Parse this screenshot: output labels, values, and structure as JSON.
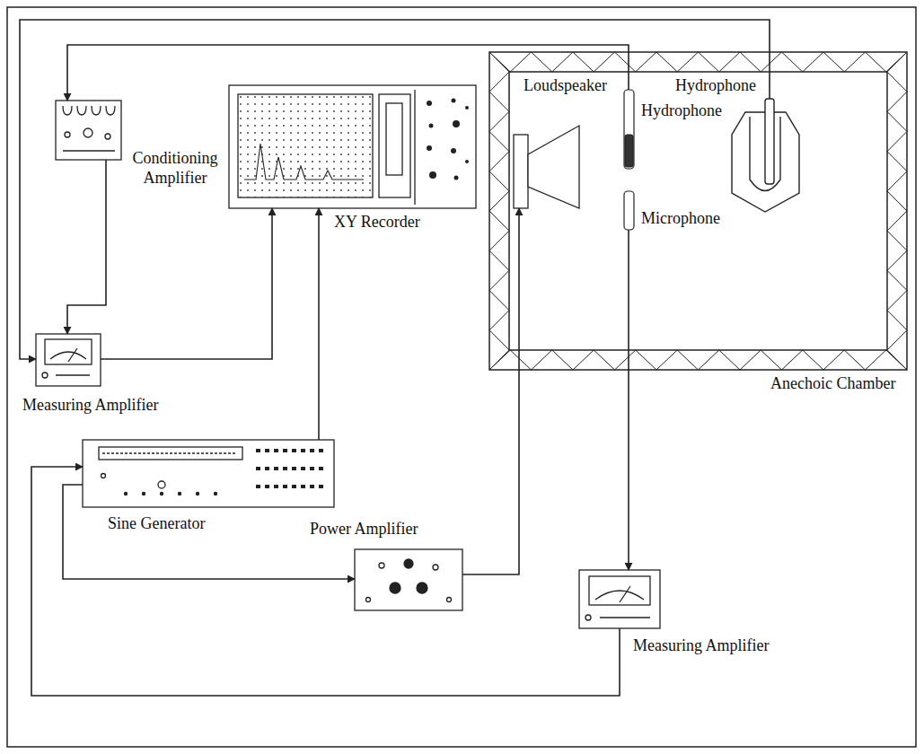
{
  "diagram": {
    "nodes": [
      {
        "text": [
          "Conditioning Amplifier"
        ]
      },
      {
        "text": [
          "XY Recorder"
        ]
      },
      {
        "text": [
          "Anechoic Chamber"
        ]
      },
      {
        "text": [
          "Loudspeaker"
        ],
        "in": 2
      },
      {
        "text": [
          "Hydrophone"
        ],
        "in": 2
      },
      {
        "text": [
          "Hydrophone"
        ],
        "in": 2
      },
      {
        "text": [
          "Microphone"
        ],
        "in": 2
      },
      {
        "text": [
          "Measuring Amplifier"
        ]
      },
      {
        "text": [
          "Sine Generator"
        ]
      },
      {
        "text": [
          "Power Amplifier"
        ]
      },
      {
        "text": [
          "Measuring Amplifier"
        ]
      }
    ],
    "edges": [
      {
        "from": 4,
        "to": 7,
        "arrow": "to"
      },
      {
        "from": 5,
        "to": 0,
        "arrow": "to"
      },
      {
        "from": 0,
        "to": 7,
        "arrow": "to"
      },
      {
        "from": 7,
        "to": 1,
        "arrow": "to"
      },
      {
        "from": 8,
        "to": 1,
        "arrow": "to"
      },
      {
        "from": 8,
        "to": 9,
        "arrow": "to"
      },
      {
        "from": 9,
        "to": 3,
        "arrow": "to"
      },
      {
        "from": 6,
        "to": 10,
        "arrow": "to"
      },
      {
        "from": 10,
        "to": 8,
        "arrow": "to"
      }
    ]
  }
}
